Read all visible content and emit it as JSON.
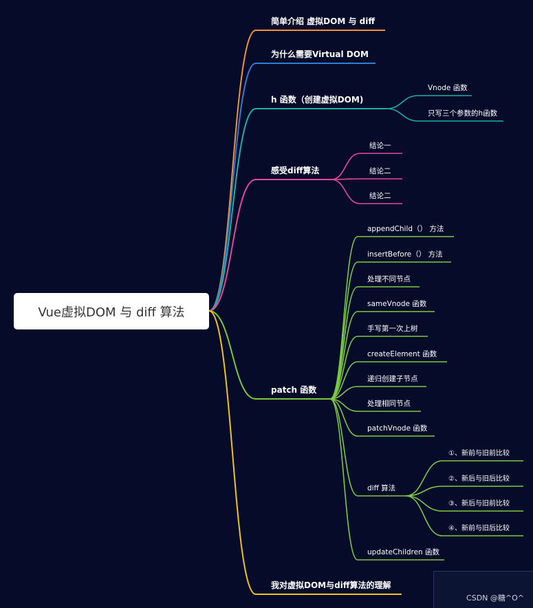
{
  "root": {
    "label": "Vue虚拟DOM 与 diff 算法"
  },
  "branches": [
    {
      "label": "简单介绍 虚拟DOM 与 diff",
      "color": "#f0943a",
      "children": []
    },
    {
      "label": "为什么需要Virtual DOM",
      "color": "#2b7fd6",
      "children": []
    },
    {
      "label": "h 函数（创建虚拟DOM)",
      "color": "#1fb0a6",
      "children": [
        {
          "label": "Vnode 函数"
        },
        {
          "label": "只写三个参数的h函数"
        }
      ]
    },
    {
      "label": "感受diff算法",
      "color": "#e44a9a",
      "children": [
        {
          "label": "结论一"
        },
        {
          "label": "结论二"
        },
        {
          "label": "结论二"
        }
      ]
    },
    {
      "label": "patch 函数",
      "color": "#7ac943",
      "children": [
        {
          "label": "appendChild（） 方法"
        },
        {
          "label": "insertBefore（） 方法"
        },
        {
          "label": "处理不同节点"
        },
        {
          "label": "sameVnode 函数"
        },
        {
          "label": "手写第一次上树"
        },
        {
          "label": "createElement 函数"
        },
        {
          "label": "递归创建子节点"
        },
        {
          "label": "处理相同节点"
        },
        {
          "label": "patchVnode 函数"
        },
        {
          "label": "diff 算法",
          "children": [
            {
              "label": "①、新前与旧前比较"
            },
            {
              "label": "②、新后与旧后比较"
            },
            {
              "label": "③、新后与旧前比较"
            },
            {
              "label": "④、新前与旧后比较"
            }
          ]
        },
        {
          "label": "updateChildren 函数"
        }
      ]
    },
    {
      "label": "我对虚拟DOM与diff算法的理解",
      "color": "#f2c419",
      "children": []
    }
  ],
  "watermark": "CSDN @糖^O^"
}
